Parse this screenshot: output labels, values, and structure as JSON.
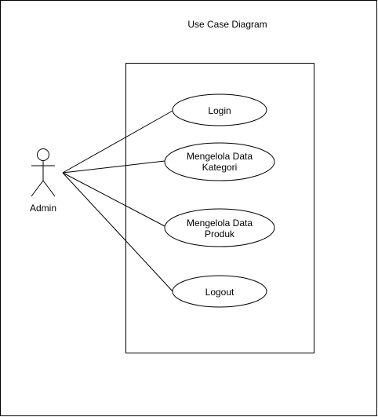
{
  "diagram": {
    "title": "Use Case Diagram",
    "actor": {
      "label": "Admin"
    },
    "use_cases": [
      {
        "lines": [
          "Login"
        ]
      },
      {
        "lines": [
          "Mengelola Data",
          "Kategori"
        ]
      },
      {
        "lines": [
          "Mengelola Data",
          "Produk"
        ]
      },
      {
        "lines": [
          "Logout"
        ]
      }
    ]
  }
}
